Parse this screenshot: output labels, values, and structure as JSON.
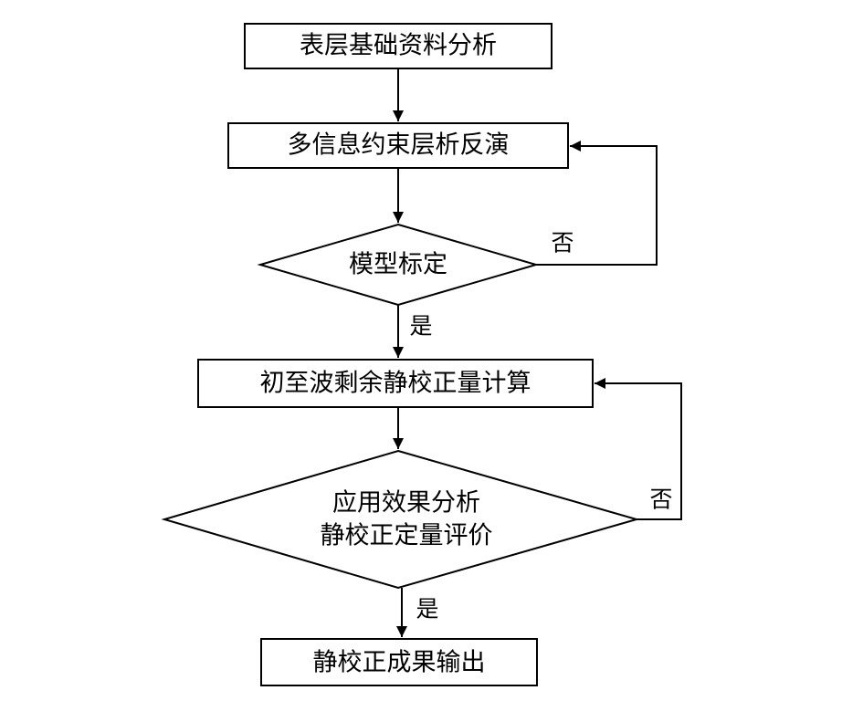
{
  "nodes": {
    "surface_analysis": "表层基础资料分析",
    "inversion": "多信息约束层析反演",
    "model_calibration": "模型标定",
    "residual_calc": "初至波剩余静校正量计算",
    "evaluation_line1": "应用效果分析",
    "evaluation_line2": "静校正定量评价",
    "output": "静校正成果输出"
  },
  "edge_labels": {
    "calibration_yes": "是",
    "calibration_no": "否",
    "evaluation_yes": "是",
    "evaluation_no": "否"
  },
  "colors": {
    "stroke": "#000000",
    "fill": "#ffffff",
    "text": "#000000"
  }
}
